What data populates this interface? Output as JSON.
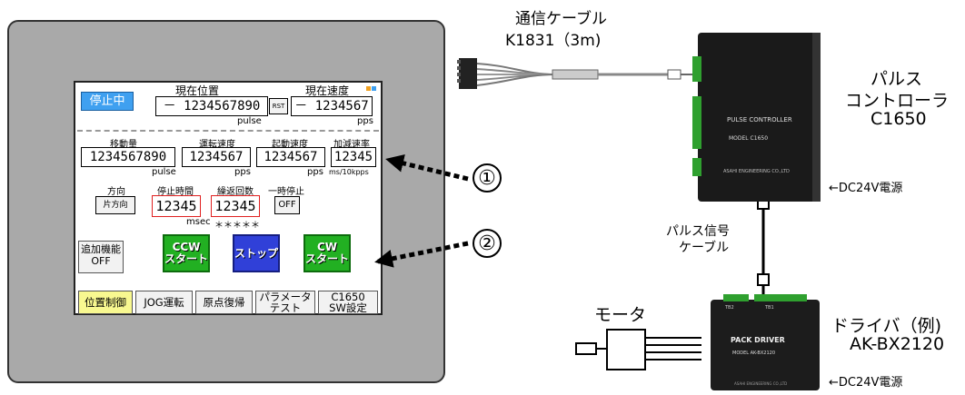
{
  "hmi": {
    "status_button": "停止中",
    "current_position_label": "現在位置",
    "current_position_value": "－ 1234567890",
    "rst_button": "RST",
    "pulse_unit": "pulse",
    "current_speed_label": "現在速度",
    "current_speed_value": "－ 1234567",
    "pps_unit": "pps",
    "move_amount_label": "移動量",
    "move_amount_value": "1234567890",
    "move_amount_unit": "pulse",
    "run_speed_label": "運転速度",
    "run_speed_value": "1234567",
    "run_speed_unit": "pps",
    "start_speed_label": "起動速度",
    "start_speed_value": "1234567",
    "start_speed_unit": "pps",
    "accel_label": "加減速率",
    "accel_value": "12345",
    "accel_unit": "ms/10kpps",
    "direction_label": "方向",
    "direction_value": "片方向",
    "stop_time_label": "停止時間",
    "stop_time_value": "12345",
    "stop_time_unit": "msec",
    "repeat_label": "繰返回数",
    "repeat_value": "12345",
    "repeat_sub": "＊＊＊＊＊",
    "pause_label": "一時停止",
    "pause_value": "OFF",
    "extra_func_line1": "追加機能",
    "extra_func_line2": "OFF",
    "ccw_line1": "CCW",
    "ccw_line2": "スタート",
    "stop_button": "ストップ",
    "cw_line1": "CW",
    "cw_line2": "スタート",
    "tabs": [
      "位置制御",
      "JOG運転",
      "原点復帰",
      "パラメータ\nテスト",
      "C1650\nSW設定"
    ]
  },
  "callouts": [
    "①",
    "②"
  ],
  "cable": {
    "line1": "通信ケーブル",
    "line2": "K1831（3m)"
  },
  "controller": {
    "line1": "パルス",
    "line2": "コントローラ",
    "line3": "C1650",
    "board_title": "PULSE CONTROLLER",
    "board_model": "MODEL C1650",
    "board_maker": "ASAHI ENGINEERING CO.,LTD",
    "power": "←DC24V電源"
  },
  "signal_cable": {
    "line1": "パルス信号",
    "line2": "ケーブル"
  },
  "driver": {
    "line1": "ドライバ（例)",
    "line2": "AK-BX2120",
    "board_title": "PACK DRIVER",
    "board_model": "MODEL AK-BX2120",
    "board_maker": "ASAHI ENGINEERING CO.,LTD",
    "tb1": "TB1",
    "tb2": "TB2",
    "power": "←DC24V電源"
  },
  "motor": {
    "label": "モータ"
  },
  "colors": {
    "status_blue": "#3fa0f0",
    "green": "#22b022",
    "blue": "#3040d8",
    "yellow": "#f8f890",
    "red": "#e02020"
  }
}
